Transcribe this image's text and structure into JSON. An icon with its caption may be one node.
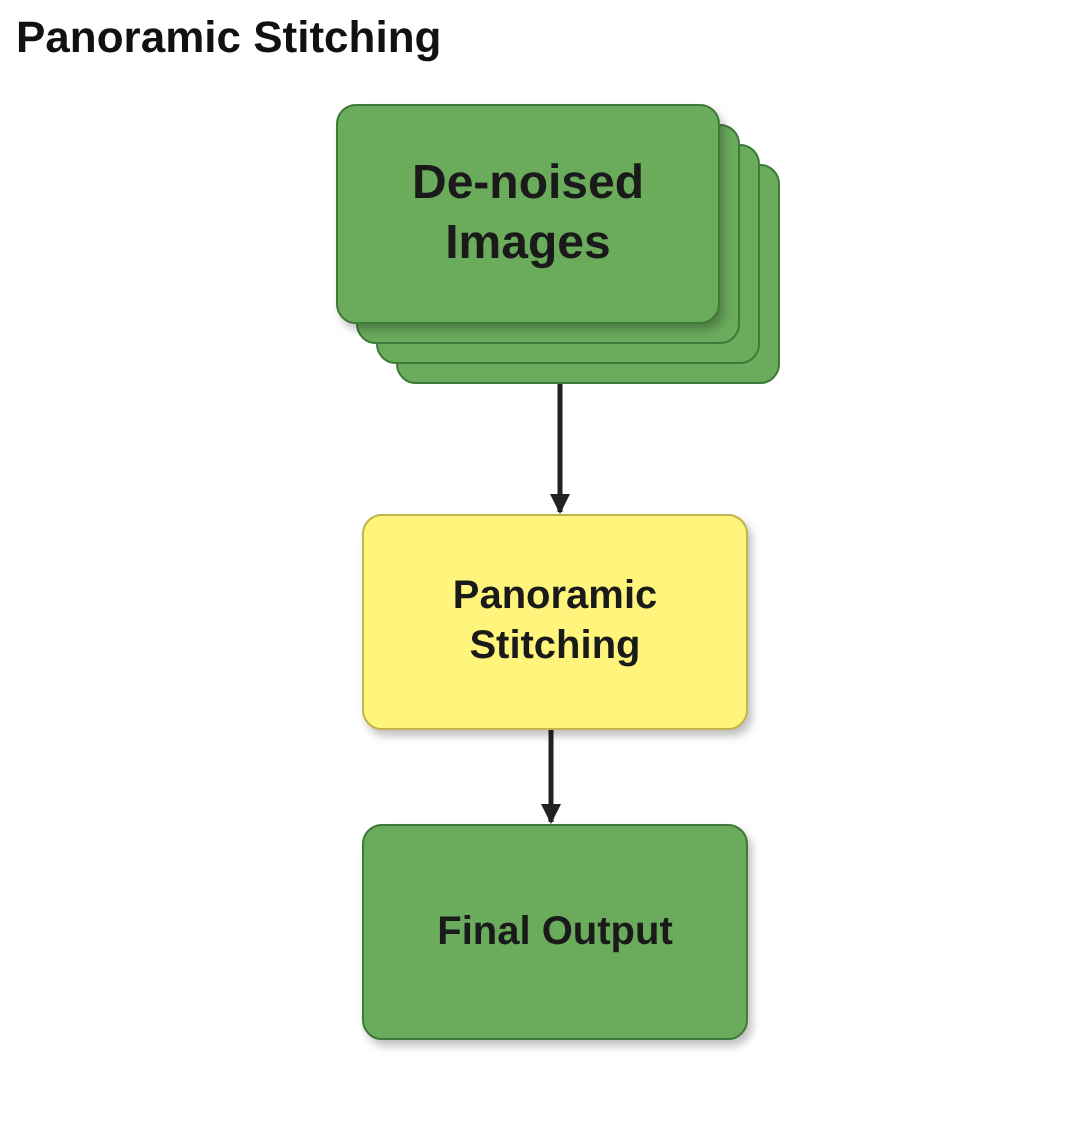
{
  "diagram": {
    "title": "Panoramic Stitching",
    "nodes": [
      {
        "text": [
          "De-noised Images"
        ]
      },
      {
        "text": [
          "Panoramic Stitching"
        ]
      },
      {
        "text": [
          "Final Output"
        ]
      }
    ],
    "edges": [
      {
        "from": 0,
        "to": 1,
        "arrow": "to"
      },
      {
        "from": 1,
        "to": 2,
        "arrow": "to"
      }
    ]
  }
}
